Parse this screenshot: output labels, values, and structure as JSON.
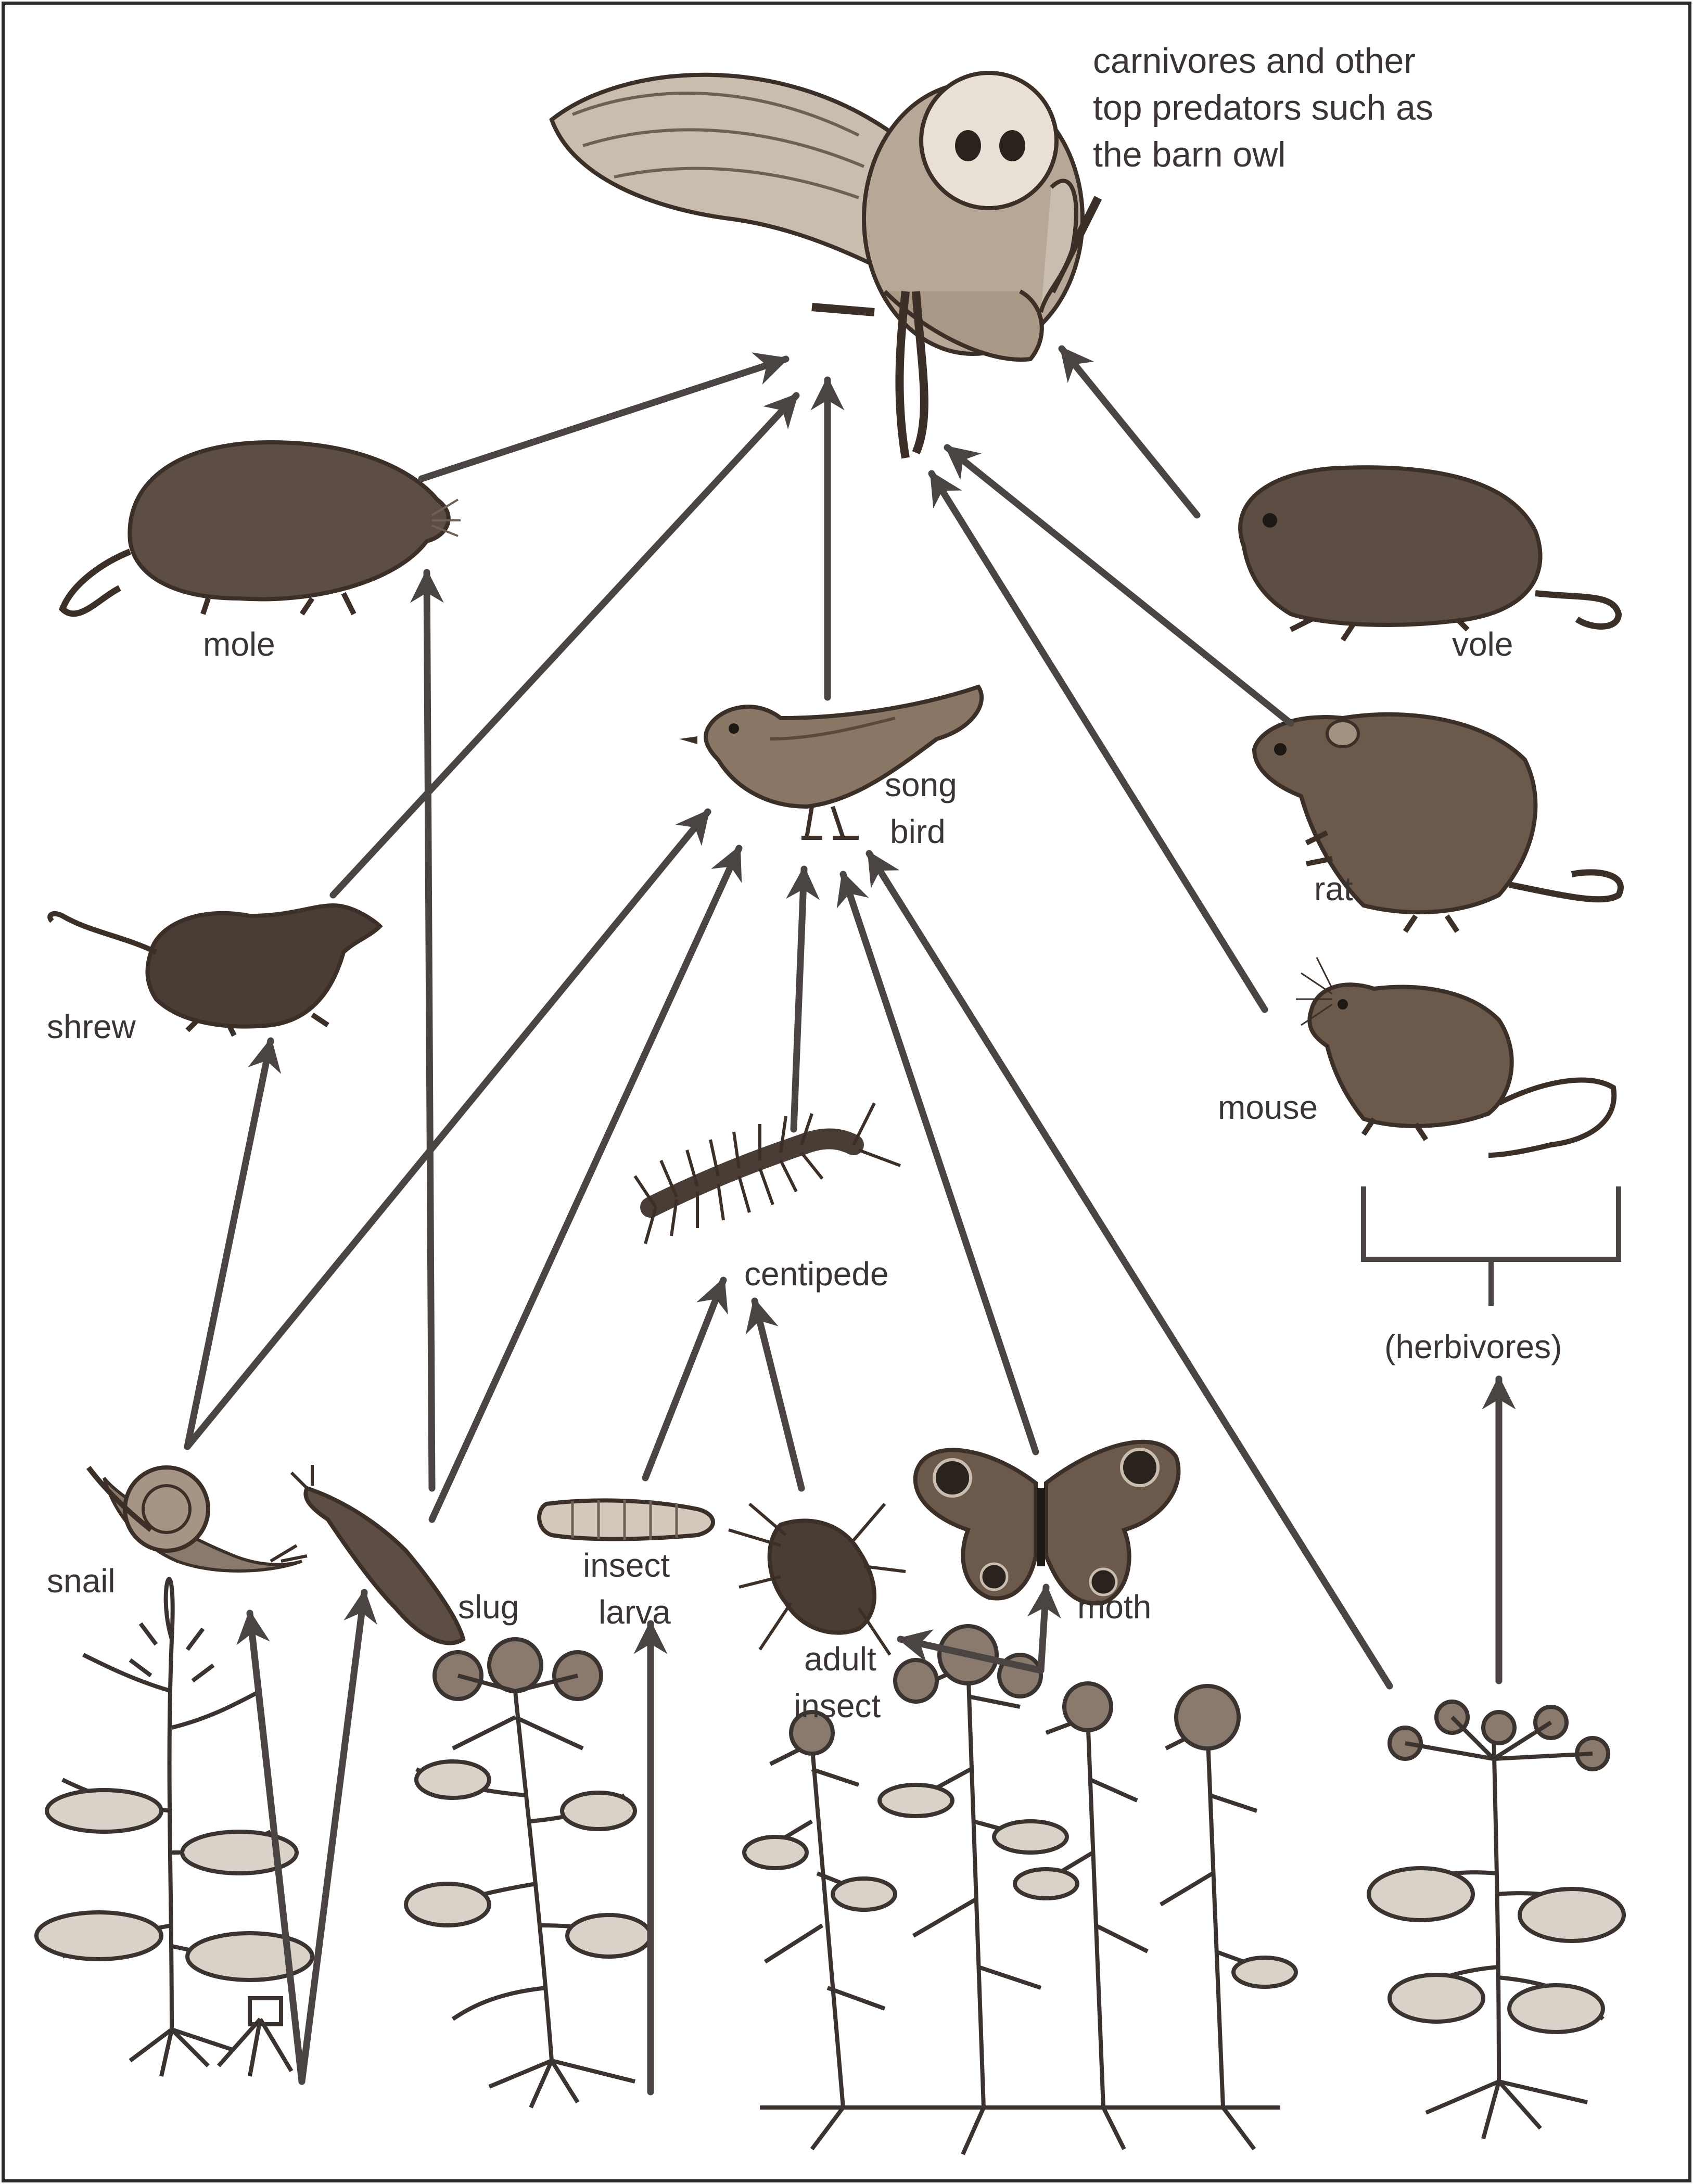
{
  "header": {
    "caption_lines": [
      "carnivores and other",
      "top predators such as",
      "the barn owl"
    ]
  },
  "labels": {
    "mole": "mole",
    "vole": "vole",
    "song_bird_1": "song",
    "song_bird_2": "bird",
    "rat": "rat",
    "shrew": "shrew",
    "mouse": "mouse",
    "centipede": "centipede",
    "herbivores": "(herbivores)",
    "snail": "snail",
    "slug": "slug",
    "insect_larva_1": "insect",
    "insect_larva_2": "larva",
    "adult_insect_1": "adult",
    "adult_insect_2": "insect",
    "moth": "moth"
  },
  "colors": {
    "ink": "#3a3433",
    "arrow": "#4a4543",
    "animal_fill": "#5c4e44",
    "animal_dark": "#3b2f28",
    "plant_stroke": "#3a3330",
    "frame": "#2a2a2a"
  },
  "icons": [
    "barn-owl-icon",
    "mole-icon",
    "vole-icon",
    "song-bird-icon",
    "rat-icon",
    "shrew-icon",
    "mouse-icon",
    "centipede-icon",
    "snail-icon",
    "slug-icon",
    "insect-larva-icon",
    "adult-insect-icon",
    "moth-icon",
    "plant-icon"
  ]
}
